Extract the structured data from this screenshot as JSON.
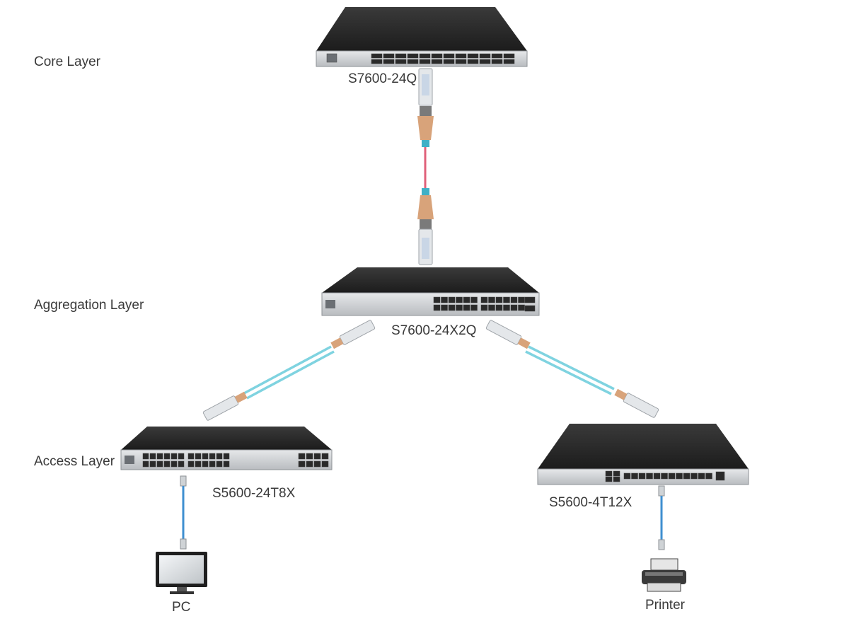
{
  "layers": {
    "core": "Core Layer",
    "aggregation": "Aggregation Layer",
    "access": "Access Layer"
  },
  "devices": {
    "core_switch": "S7600-24Q",
    "aggregation_switch": "S7600-24X2Q",
    "access_switch_left": "S5600-24T8X",
    "access_switch_right": "S5600-4T12X"
  },
  "endpoints": {
    "pc": "PC",
    "printer": "Printer"
  },
  "colors": {
    "switch_top": "#2b2b2b",
    "switch_front": "#d6d8da",
    "qsfp_cable": "#e0607a",
    "om3_cable": "#7fd3e0",
    "ethernet_cable": "#3f8fd0",
    "transceiver": "#c8ccd0",
    "pull_tab": "#d8a37a"
  }
}
